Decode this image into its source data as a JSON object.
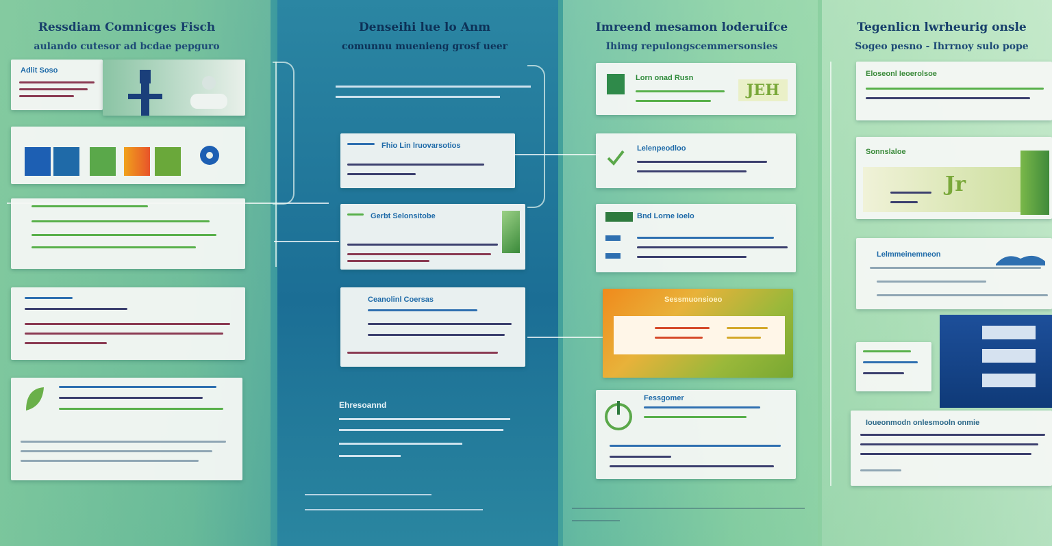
{
  "columns": [
    {
      "title": "Ressdiam Comnicges Fisch",
      "subtitle": "aulando cutesor ad bcdae pepguro"
    },
    {
      "title": "Denseihi lue lo Anm",
      "subtitle": "comunnu muenieng grosf ueer"
    },
    {
      "title": "Imreend mesamon loderuifce",
      "subtitle": "Ihimg repulongscemmersonsies"
    },
    {
      "title": "Tegenlicn lwrheurig onsle",
      "subtitle": "Sogeo pesno - Ihrrnoy sulo pope"
    }
  ],
  "cards": {
    "c1_1_head": "Adlit Soso",
    "c2_1_head": "Fhio Lin lruovarsotios",
    "c2_2_head": "Gerbt Selonsitobe",
    "c2_3_head": "Ceanolinl Coersas",
    "c2_4_head": "Ehresoannd",
    "c3_1_head": "Lorn onad Rusn",
    "c3_1_tag": "JEH",
    "c3_2_head": "Lelenpeodloo",
    "c3_3_head": "Bnd Lorne Ioelo",
    "c3_4_head": "Sessmuonsioeo",
    "c3_5_head": "Fessgomer",
    "c4_1_head": "Eloseonl Ieoerolsoe",
    "c4_2_head": "Sonnslaloe",
    "c4_2_tag": "Jr",
    "c4_3_head": "Lelmmeinemneon",
    "c4_6_head": "Ioueonmodn onlesmooln onmie"
  },
  "colors": {
    "accent_blue": "#1e6aa8",
    "accent_green": "#58b04a",
    "orange": "#f08a1c",
    "navy": "#0d3157"
  }
}
